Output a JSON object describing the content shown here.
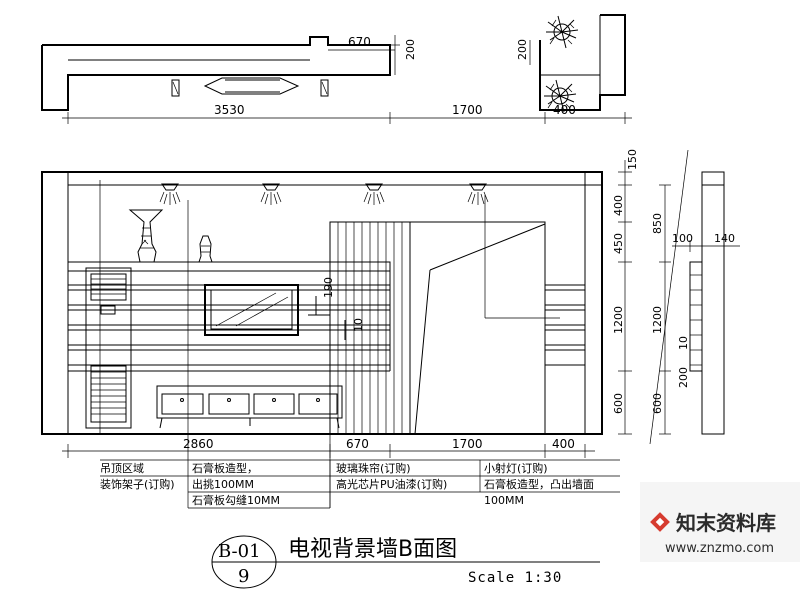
{
  "plan_dimensions": {
    "width_3530": "3530",
    "width_1700": "1700",
    "width_400": "400",
    "width_670": "670",
    "depth_200_a": "200",
    "depth_200_b": "200"
  },
  "elevation_bottom_dimensions": [
    "2860",
    "670",
    "1700",
    "400"
  ],
  "elevation_right_dimensions": [
    "150",
    "400",
    "450",
    "1200",
    "600"
  ],
  "section_dimensions": {
    "heights": [
      "850",
      "1200",
      "200",
      "600"
    ],
    "widths": [
      "100",
      "140"
    ],
    "small": "10"
  },
  "inner_labels": {
    "height_190": "190",
    "height_10": "10"
  },
  "material_notes": [
    "吊顶区域",
    "装饰架子(订购)",
    "石膏板造型，",
    "出挑100MM",
    "石膏板勾缝10MM",
    "玻璃珠帘(订购)",
    "高光芯片PU油漆(订购)",
    "小射灯(订购)",
    "石膏板造型，凸出墙面",
    "100MM"
  ],
  "title_block": {
    "drawing_code": "B-01",
    "sheet_number": "9",
    "title": "电视背景墙B面图",
    "scale": "Scale 1:30"
  },
  "watermark": {
    "brand": "知末资料库",
    "url": "www.znzmo.com"
  }
}
